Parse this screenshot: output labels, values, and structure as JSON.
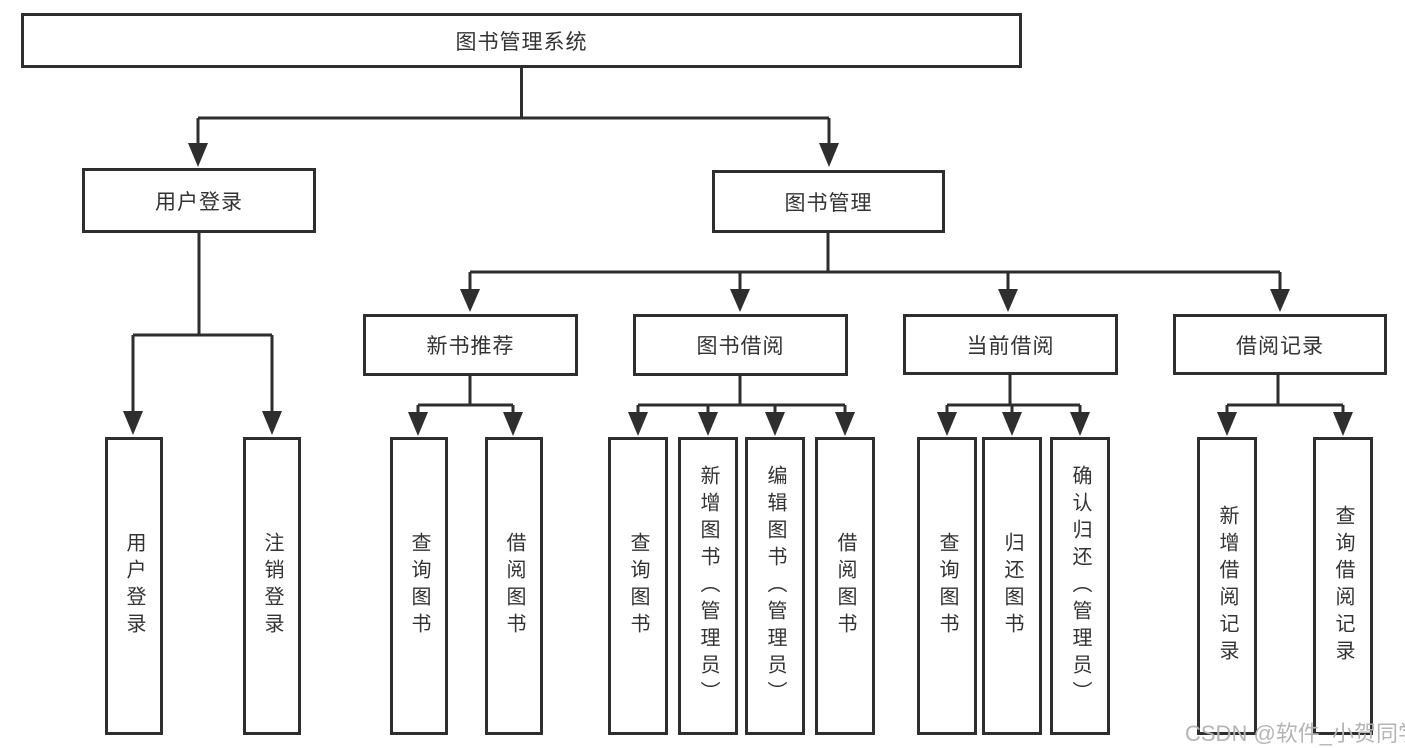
{
  "tree": {
    "root": {
      "label": "图书管理系统"
    },
    "children": [
      {
        "label": "用户登录",
        "children": [
          {
            "label": "用户登录"
          },
          {
            "label": "注销登录"
          }
        ]
      },
      {
        "label": "图书管理",
        "children": [
          {
            "label": "新书推荐",
            "children": [
              {
                "label": "查询图书"
              },
              {
                "label": "借阅图书"
              }
            ]
          },
          {
            "label": "图书借阅",
            "children": [
              {
                "label": "查询图书"
              },
              {
                "label": "新增图书（管理员）"
              },
              {
                "label": "编辑图书（管理员）"
              },
              {
                "label": "借阅图书"
              }
            ]
          },
          {
            "label": "当前借阅",
            "children": [
              {
                "label": "查询图书"
              },
              {
                "label": "归还图书"
              },
              {
                "label": "确认归还（管理员）"
              }
            ]
          },
          {
            "label": "借阅记录",
            "children": [
              {
                "label": "新增借阅记录"
              },
              {
                "label": "查询借阅记录"
              }
            ]
          }
        ]
      }
    ]
  },
  "watermark": {
    "text": "CSDN @软件_小贺同学"
  },
  "colors": {
    "line": "#2e2e2e",
    "text": "#333333",
    "watermark": "#b5b5b5",
    "background": "#ffffff"
  }
}
